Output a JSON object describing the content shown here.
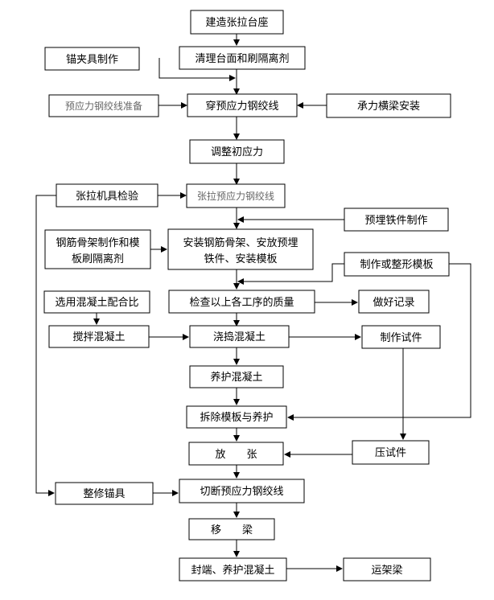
{
  "colors": {
    "line": "#000000",
    "box_fill": "#ffffff",
    "faint_text": "#666666"
  },
  "nodes": {
    "build_bed": "建造张拉台座",
    "clean_bed": "清理台面和刷隔离剂",
    "anchor_make": "锚夹具制作",
    "strand_prep": "预应力钢绞线准备",
    "thread_strand": "穿预应力钢绞线",
    "beam_install": "承力横梁安装",
    "adjust_stress": "调整初应力",
    "jack_check": "张拉机具检验",
    "tension": "张拉预应力钢绞线",
    "embed_make": "预埋铁件制作",
    "rebar_make_1": "钢筋骨架制作和模",
    "rebar_make_2": "板刷隔离剂",
    "install_rebar_1": "安装钢筋骨架、安放预埋",
    "install_rebar_2": "铁件、安装模板",
    "formwork_make": "制作或整形模板",
    "mix_design": "选用混凝土配合比",
    "inspect": "检查以上各工序的质量",
    "record": "做好记录",
    "mix": "搅拌混凝土",
    "pour": "浇捣混凝土",
    "specimen_make": "制作试件",
    "cure": "养护混凝土",
    "demold": "拆除模板与养护",
    "release": "放　　张",
    "press_test": "压试件",
    "repair_anchor": "整修锚具",
    "cut_strand": "切断预应力钢绞线",
    "move_beam": "移　　梁",
    "seal_end": "封端、养护混凝土",
    "transport": "运架梁"
  }
}
